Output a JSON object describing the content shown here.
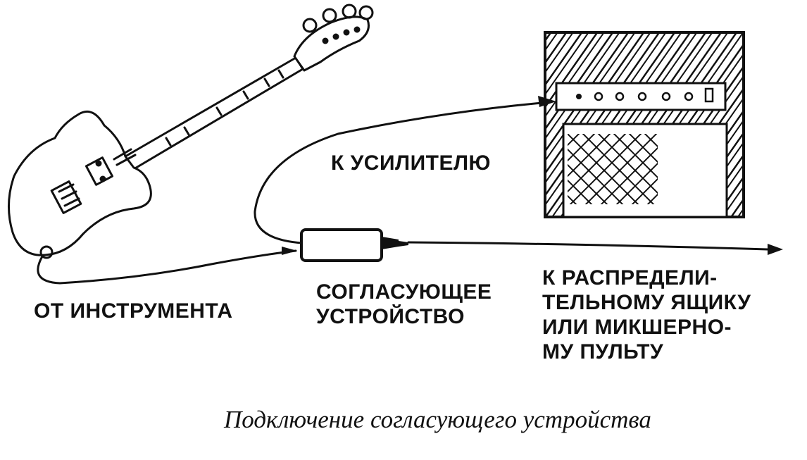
{
  "labels": {
    "to_amplifier": "К УСИЛИТЕЛЮ",
    "from_instrument": "ОТ ИНСТРУМЕНТА",
    "matching_device": [
      "СОГЛАСУЮЩЕЕ",
      "УСТРОЙСТВО"
    ],
    "to_mixer": [
      "К РАСПРЕДЕЛИ-",
      "ТЕЛЬНОМУ ЯЩИКУ",
      "ИЛИ МИКШЕРНО-",
      "МУ ПУЛЬТУ"
    ]
  },
  "caption": "Подключение согласующего устройства",
  "icons": [
    "bass-guitar-icon",
    "amplifier-icon",
    "matching-device-box-icon",
    "arrowhead-icon"
  ],
  "colors": {
    "ink": "#111111",
    "background": "#ffffff"
  }
}
